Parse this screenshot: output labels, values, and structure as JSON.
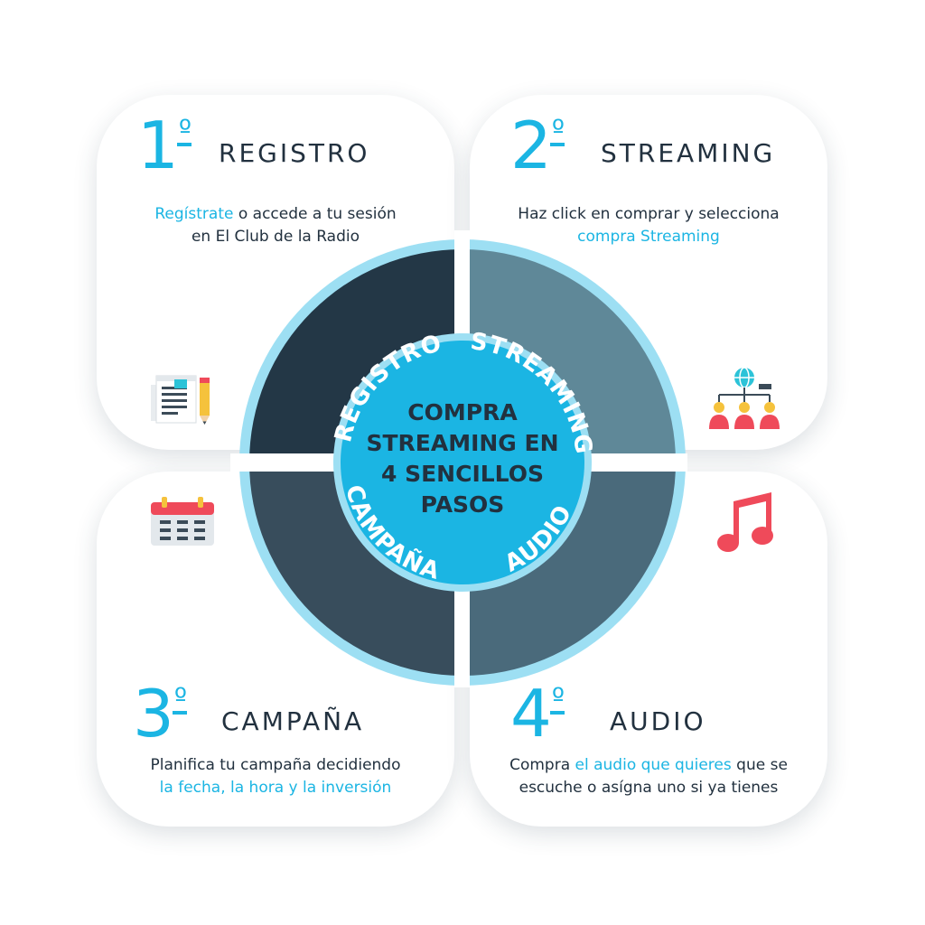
{
  "center": {
    "lines": [
      "COMPRA",
      "STREAMING EN",
      "4 SENCILLOS",
      "PASOS"
    ]
  },
  "ring_labels": {
    "registro": "REGISTRO",
    "streaming": "STREAMING",
    "campana": "CAMPAÑA",
    "audio": "AUDIO"
  },
  "steps": [
    {
      "number": "1",
      "ordinal": "º",
      "title": "REGISTRO",
      "desc_line1_hl": "Regístrate",
      "desc_line1_rest": " o accede a tu sesión",
      "desc_line2": "en El Club de la Radio",
      "icon": "document-pencil-icon"
    },
    {
      "number": "2",
      "ordinal": "º",
      "title": "STREAMING",
      "desc_line1": "Haz click en comprar y selecciona",
      "desc_line2_hl": "compra Streaming",
      "icon": "network-globe-icon"
    },
    {
      "number": "3",
      "ordinal": "º",
      "title": "CAMPAÑA",
      "desc_line1": "Planifica tu campaña decidiendo",
      "desc_line2_hl": "la fecha, la hora y la inversión",
      "icon": "calendar-icon"
    },
    {
      "number": "4",
      "ordinal": "º",
      "title": "AUDIO",
      "desc_line1_a": "Compra ",
      "desc_line1_hl": "el audio que quieres",
      "desc_line1_b": " que se",
      "desc_line2": "escuche o asígna uno si ya tienes",
      "icon": "music-note-icon"
    }
  ],
  "colors": {
    "accent": "#1bb5e3",
    "dark_text": "#22313f",
    "ring_outer": "#9ddff3",
    "seg_registro": "#233746",
    "seg_streaming": "#5f8898",
    "seg_campana": "#384d5c",
    "seg_audio": "#4a6a7b",
    "center_fill": "#1bb5e3"
  }
}
